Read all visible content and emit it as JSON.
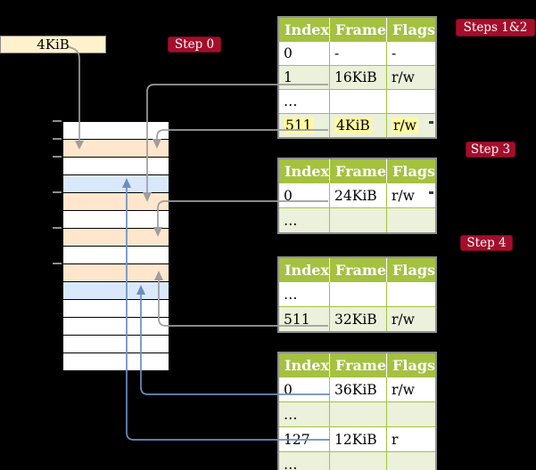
{
  "colors": {
    "bg": "#000000",
    "red": "#a50e2b",
    "olive": "#a4c140",
    "rowgreen": "#ebf1da",
    "orange": "#ffe6cc",
    "blue": "#dae8fc",
    "cream": "#fff2cc",
    "hl": "#fff9a0",
    "cgray": "#9e9e9e",
    "cblue": "#6c8ebf"
  },
  "base_register_box": {
    "label": "4KiB"
  },
  "step_labels": {
    "step0": "Step 0",
    "steps12": "Steps 1&2",
    "step3": "Step 3",
    "step4": "Step 4"
  },
  "memory": {
    "rows": [
      {
        "kind": "free"
      },
      {
        "kind": "pagetable"
      },
      {
        "kind": "free"
      },
      {
        "kind": "data"
      },
      {
        "kind": "pagetable"
      },
      {
        "kind": "free"
      },
      {
        "kind": "pagetable"
      },
      {
        "kind": "free"
      },
      {
        "kind": "pagetable"
      },
      {
        "kind": "data"
      },
      {
        "kind": "free"
      },
      {
        "kind": "free"
      },
      {
        "kind": "free"
      },
      {
        "kind": "free"
      }
    ]
  },
  "tables": [
    {
      "headers": [
        "Index",
        "Frame",
        "Flags"
      ],
      "rows": [
        {
          "cells": [
            "0",
            "-",
            "-"
          ],
          "shaded": false
        },
        {
          "cells": [
            "1",
            "16KiB",
            "r/w"
          ],
          "shaded": true
        },
        {
          "cells": [
            "…",
            "",
            ""
          ],
          "shaded": false
        },
        {
          "cells": [
            "511",
            "4KiB",
            "r/w"
          ],
          "shaded": true,
          "highlight": true
        }
      ]
    },
    {
      "headers": [
        "Index",
        "Frame",
        "Flags"
      ],
      "rows": [
        {
          "cells": [
            "0",
            "24KiB",
            "r/w"
          ],
          "shaded": false
        },
        {
          "cells": [
            "…",
            "",
            ""
          ],
          "shaded": true
        }
      ]
    },
    {
      "headers": [
        "Index",
        "Frame",
        "Flags"
      ],
      "rows": [
        {
          "cells": [
            "…",
            "",
            ""
          ],
          "shaded": false
        },
        {
          "cells": [
            "511",
            "32KiB",
            "r/w"
          ],
          "shaded": true
        }
      ]
    },
    {
      "headers": [
        "Index",
        "Frame",
        "Flags"
      ],
      "rows": [
        {
          "cells": [
            "0",
            "36KiB",
            "r/w"
          ],
          "shaded": false
        },
        {
          "cells": [
            "…",
            "",
            ""
          ],
          "shaded": true
        },
        {
          "cells": [
            "127",
            "12KiB",
            "r"
          ],
          "shaded": false
        },
        {
          "cells": [
            "…",
            "",
            ""
          ],
          "shaded": true
        }
      ]
    }
  ]
}
